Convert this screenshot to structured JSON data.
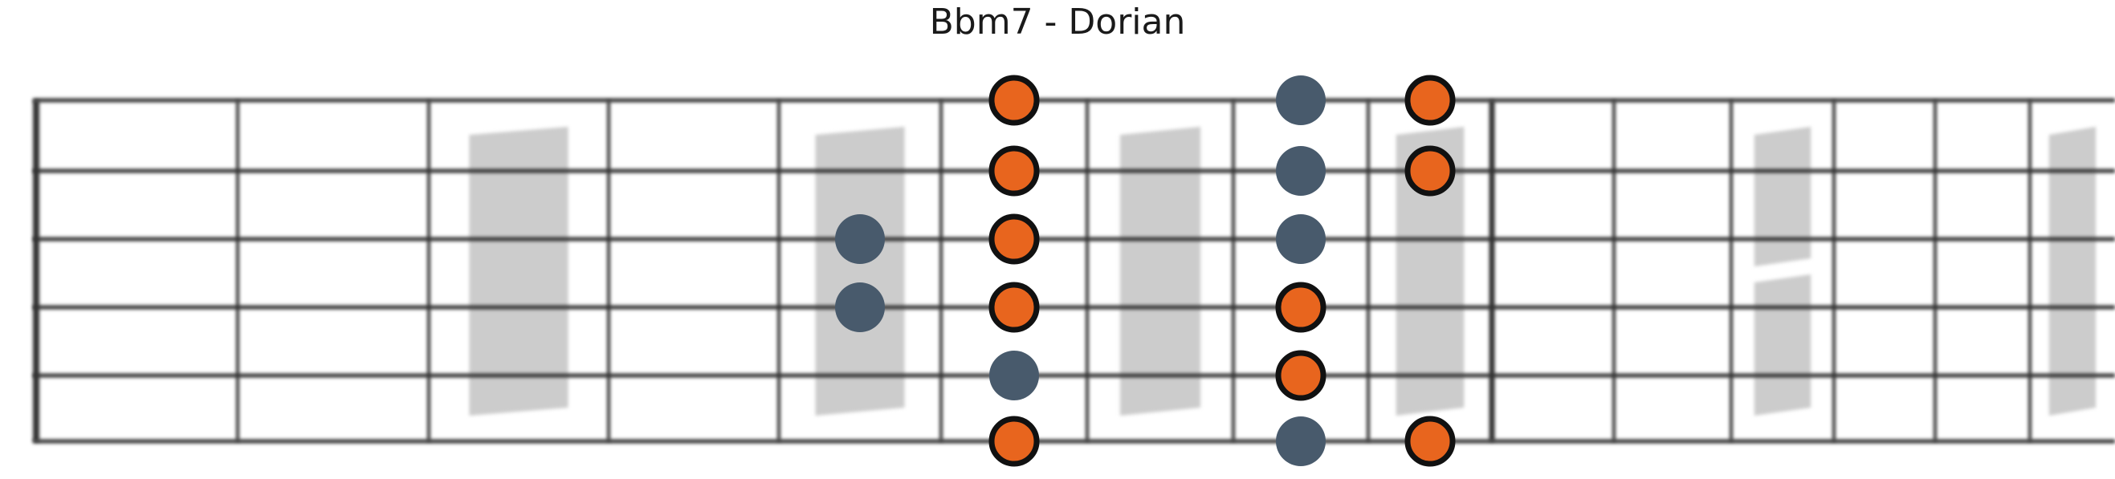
{
  "title": "Bbm7 - Dorian",
  "colors": {
    "root_fill": "#e8651e",
    "root_stroke": "#111111",
    "note_fill": "#485a6c",
    "string": "#333333",
    "fret": "#333333",
    "inlay": "#cccccc"
  },
  "fretboard": {
    "strings": 6,
    "frets_shown": 15,
    "inlay_frets": [
      3,
      5,
      7,
      9,
      12,
      15
    ],
    "double_inlay_frets": [
      12
    ]
  },
  "notes": [
    {
      "string": 1,
      "fret": 6,
      "root": true
    },
    {
      "string": 1,
      "fret": 8,
      "root": false
    },
    {
      "string": 1,
      "fret": 9,
      "root": true
    },
    {
      "string": 2,
      "fret": 6,
      "root": true
    },
    {
      "string": 2,
      "fret": 8,
      "root": false
    },
    {
      "string": 2,
      "fret": 9,
      "root": true
    },
    {
      "string": 3,
      "fret": 5,
      "root": false
    },
    {
      "string": 3,
      "fret": 6,
      "root": true
    },
    {
      "string": 3,
      "fret": 8,
      "root": false
    },
    {
      "string": 4,
      "fret": 5,
      "root": false
    },
    {
      "string": 4,
      "fret": 6,
      "root": true
    },
    {
      "string": 4,
      "fret": 8,
      "root": true
    },
    {
      "string": 5,
      "fret": 6,
      "root": false
    },
    {
      "string": 5,
      "fret": 8,
      "root": true
    },
    {
      "string": 6,
      "fret": 6,
      "root": true
    },
    {
      "string": 6,
      "fret": 8,
      "root": false
    },
    {
      "string": 6,
      "fret": 9,
      "root": true
    }
  ]
}
